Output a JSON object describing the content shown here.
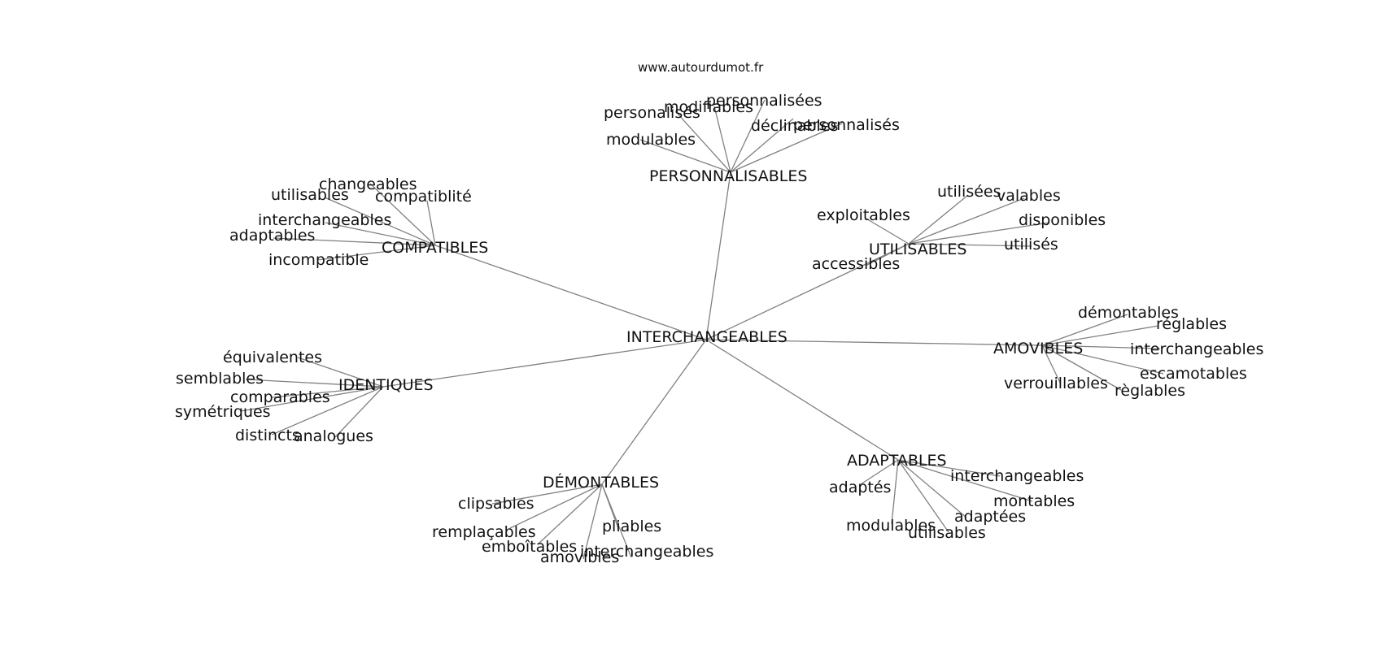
{
  "site": "www.autourdumot.fr",
  "colors": {
    "edge": "#808080",
    "text": "#111111",
    "background": "#ffffff"
  },
  "graph": {
    "center": "INTERCHANGEABLES",
    "hubs": [
      {
        "label": "PERSONNALISABLES",
        "leaves": [
          "personnalisées",
          "modifiables",
          "personalisés",
          "déclinables",
          "personnalisés",
          "modulables"
        ]
      },
      {
        "label": "COMPATIBLES",
        "leaves": [
          "changeables",
          "utilisables",
          "compatiblité",
          "interchangeables",
          "adaptables",
          "incompatible"
        ]
      },
      {
        "label": "UTILISABLES",
        "leaves": [
          "utilisées",
          "valables",
          "exploitables",
          "disponibles",
          "utilisés",
          "accessibles"
        ]
      },
      {
        "label": "AMOVIBLES",
        "leaves": [
          "démontables",
          "réglables",
          "interchangeables",
          "escamotables",
          "verrouillables",
          "règlables"
        ]
      },
      {
        "label": "IDENTIQUES",
        "leaves": [
          "équivalentes",
          "semblables",
          "comparables",
          "symétriques",
          "distincts",
          "analogues"
        ]
      },
      {
        "label": "ADAPTABLES",
        "leaves": [
          "adaptés",
          "interchangeables",
          "montables",
          "adaptées",
          "modulables",
          "utilisables"
        ]
      },
      {
        "label": "DÉMONTABLES",
        "leaves": [
          "clipsables",
          "remplaçables",
          "emboîtables",
          "amovibles",
          "pliables",
          "interchangeables"
        ]
      }
    ]
  }
}
